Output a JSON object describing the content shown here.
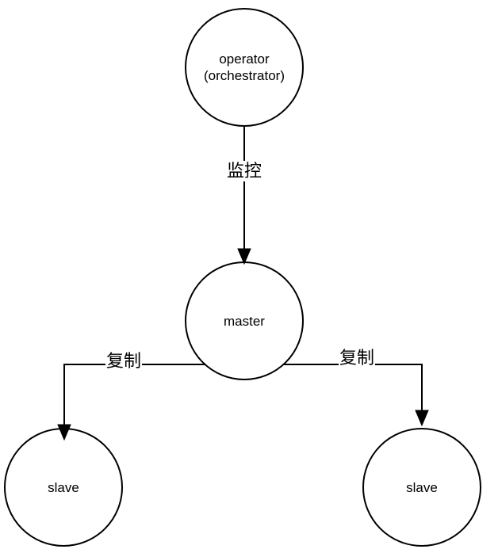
{
  "diagram": {
    "nodes": {
      "operator": {
        "label_line1": "operator",
        "label_line2": "(orchestrator)"
      },
      "master": {
        "label": "master"
      },
      "slave_left": {
        "label": "slave"
      },
      "slave_right": {
        "label": "slave"
      }
    },
    "edges": {
      "monitor": {
        "label": "监控",
        "from": "operator",
        "to": "master"
      },
      "replicate_left": {
        "label": "复制",
        "from": "master",
        "to": "slave_left"
      },
      "replicate_right": {
        "label": "复制",
        "from": "master",
        "to": "slave_right"
      }
    },
    "colors": {
      "stroke": "#000000",
      "node_fill": "#ffffff",
      "text": "#000000",
      "background": "#ffffff"
    }
  }
}
